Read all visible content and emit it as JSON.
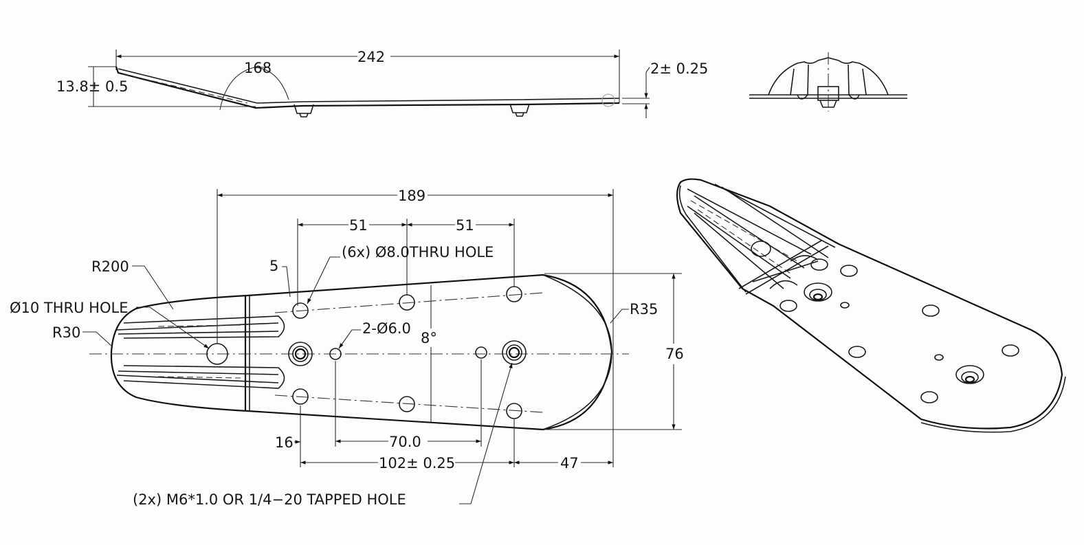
{
  "views": {
    "side_view": {
      "overall_length": "242",
      "height": "13.8± 0.5",
      "bend_angle": "168",
      "thickness": "2± 0.25"
    },
    "top_view": {
      "center_span": "189",
      "hole_pitch_a": "51",
      "hole_pitch_b": "51",
      "edge_offset": "5",
      "thru_hole_note": "(6x) Ø8.0THRU HOLE",
      "tip_radius_large": "R200",
      "center_hole_note": "Ø10 THRU HOLE",
      "tip_radius_small": "R30",
      "small_holes_note": "2-Ø6.0",
      "taper_angle": "8°",
      "end_radius": "R35",
      "width": "76",
      "offset_16": "16",
      "spacing_70": "70.0",
      "spacing_102": "102± 0.25",
      "end_offset_47": "47",
      "tapped_hole_note": "(2x) M6*1.0 OR  1/4−20  TAPPED HOLE"
    }
  }
}
